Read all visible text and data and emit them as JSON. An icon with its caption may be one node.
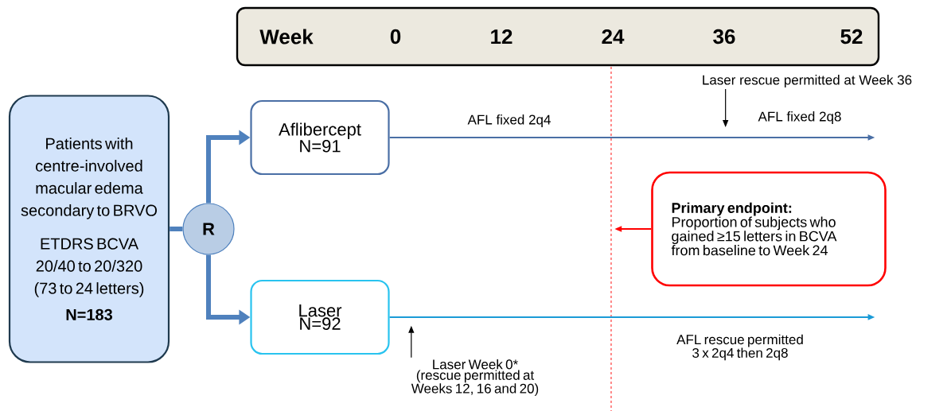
{
  "diagram": {
    "nodes": [
      {
        "text": [
          "Patients with centre-involved macular edema secondary to BRVO",
          "ETDRS BCVA 20/40 to 20/320 (73 to 24 letters)",
          "N=183"
        ]
      },
      {
        "text": [
          "R"
        ]
      },
      {
        "text": [
          "Aflibercept N=91"
        ]
      },
      {
        "text": [
          "Laser N=92"
        ]
      },
      {
        "text": [
          "Week",
          "0",
          "12",
          "24",
          "36",
          "52"
        ]
      },
      {
        "text": [
          "Laser rescue permitted at Week 36"
        ]
      },
      {
        "text": [
          "Primary endpoint:",
          "Proportion of subjects who gained ≥15 letters in BCVA from baseline to Week 24"
        ]
      },
      {
        "text": [
          "Laser Week 0* (rescue permitted at Weeks 12, 16 and 20)"
        ]
      }
    ],
    "edges": [
      {
        "from": 0,
        "to": 1,
        "arrow": "none",
        "style": "thick",
        "color": "#4f81bd"
      },
      {
        "from": 1,
        "to": 2,
        "arrow": "to",
        "style": "thick",
        "color": "#4f81bd"
      },
      {
        "from": 1,
        "to": 3,
        "arrow": "to",
        "style": "thick",
        "color": "#4f81bd"
      },
      {
        "from": 2,
        "to": null,
        "arrow": "to",
        "label": "AFL fixed 2q4",
        "color": "#4a6fa5"
      },
      {
        "from": 3,
        "to": null,
        "arrow": "to",
        "color": "#1b9bd7"
      },
      {
        "from": 5,
        "to": null,
        "arrow": "to",
        "color": "#000000"
      },
      {
        "from": 6,
        "to": null,
        "arrow": "to",
        "color": "#ff0000"
      },
      {
        "from": 7,
        "to": null,
        "arrow": "to",
        "color": "#000000"
      }
    ],
    "labels": [
      "AFL fixed 2q8",
      "AFL rescue permitted 3 x 2q4 then 2q8"
    ]
  }
}
